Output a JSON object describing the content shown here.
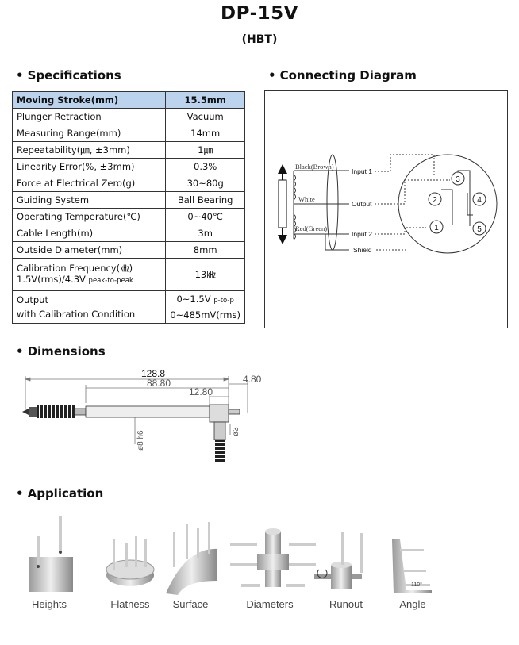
{
  "header": {
    "title": "DP-15V",
    "subtitle": "(HBT)"
  },
  "sections": {
    "specifications": "Specifications",
    "connecting_diagram": "Connecting Diagram",
    "dimensions": "Dimensions",
    "application": "Application"
  },
  "specs": {
    "header": {
      "label": "Moving Stroke(mm)",
      "value": "15.5mm"
    },
    "rows": [
      {
        "label": "Plunger Retraction",
        "value": "Vacuum"
      },
      {
        "label": "Measuring Range(mm)",
        "value": "14mm"
      },
      {
        "label": "Repeatability(㎛, ±3mm)",
        "value": "1㎛"
      },
      {
        "label": "Linearity Error(%, ±3mm)",
        "value": "0.3%"
      },
      {
        "label": "Force at Electrical Zero(g)",
        "value": "30~80g"
      },
      {
        "label": "Guiding System",
        "value": "Ball Bearing"
      },
      {
        "label": "Operating Temperature(℃)",
        "value": "0~40℃"
      },
      {
        "label": "Cable Length(m)",
        "value": "3m"
      },
      {
        "label": "Outside Diameter(mm)",
        "value": "8mm"
      }
    ],
    "calibration": {
      "label_line1": "Calibration Frequency(㎑)",
      "label_line2": "1.5V(rms)/4.3V",
      "label_line2_small": "peak-to-peak",
      "value": "13㎑"
    },
    "output": {
      "label_line1": "Output",
      "label_line2": "with Calibration Condition",
      "value_line1": "0~1.5V",
      "value_line1_small": "p-to-p",
      "value_line2": "0~485mV(rms)"
    }
  },
  "diagram": {
    "wires": [
      "Black(Brown)",
      "White",
      "Red(Green)"
    ],
    "signals": [
      "Input 1",
      "Output",
      "Input 2",
      "Shield"
    ],
    "pins": [
      "1",
      "2",
      "3",
      "4",
      "5"
    ]
  },
  "dimensions": {
    "total": "128.8",
    "body": "88.80",
    "tail": "12.80",
    "cable_offset": "4.80",
    "diameter_body": "ø8 h6",
    "diameter_cable": "ø3"
  },
  "applications": [
    "Heights",
    "Flatness",
    "Surface",
    "Diameters",
    "Runout",
    "Angle"
  ],
  "angle_annotation": "110°"
}
